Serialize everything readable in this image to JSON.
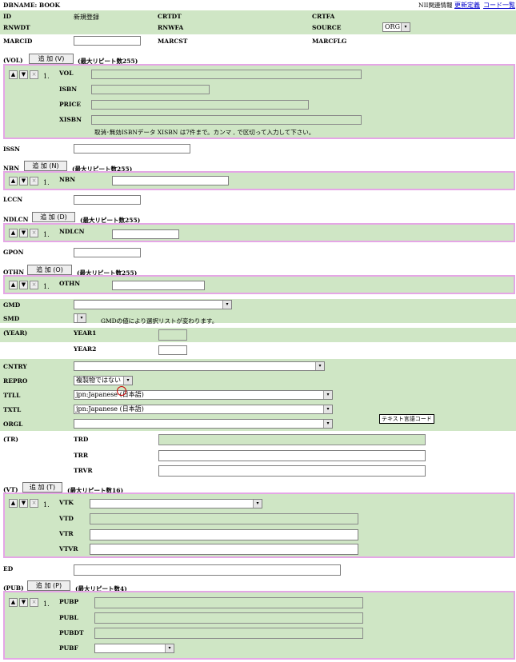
{
  "header": {
    "dbname": "DBNAME: BOOK",
    "links": [
      "NII関連情報",
      "更新定義",
      "コード一覧"
    ]
  },
  "top": {
    "id_label": "ID",
    "id_value": "新規登録",
    "crtdt_label": "CRTDT",
    "crtfa_label": "CRTFA",
    "rnwdt_label": "RNWDT",
    "rnwfa_label": "RNWFA",
    "source_label": "SOURCE",
    "source_value": "ORG",
    "marcid_label": "MARCID",
    "marcst_label": "MARCST",
    "marcflg_label": "MARCFLG"
  },
  "vol": {
    "label": "(VOL)",
    "add_button": "追 加 (V)",
    "max": "(最大リピート数255)",
    "index": "1.",
    "fields": [
      "VOL",
      "ISBN",
      "PRICE",
      "XISBN"
    ],
    "note": "取消･無効ISBNデータ XISBN は7件まで。カンマ , で区切って入力して下さい。"
  },
  "issn": {
    "label": "ISSN"
  },
  "nbn": {
    "label": "NBN",
    "add_button": "追 加 (N)",
    "max": "(最大リピート数255)",
    "index": "1.",
    "field": "NBN"
  },
  "lccn": {
    "label": "LCCN"
  },
  "ndlcn": {
    "label": "NDLCN",
    "add_button": "追 加 (D)",
    "max": "(最大リピート数255)",
    "index": "1.",
    "field": "NDLCN"
  },
  "gpon": {
    "label": "GPON"
  },
  "othn": {
    "label": "OTHN",
    "add_button": "追 加 (O)",
    "max": "(最大リピート数255)",
    "index": "1.",
    "field": "OTHN"
  },
  "gmd": {
    "label": "GMD"
  },
  "smd": {
    "label": "SMD",
    "note": "GMDの値により選択リストが変わります。"
  },
  "year": {
    "label": "(YEAR)",
    "year1": "YEAR1",
    "year2": "YEAR2"
  },
  "cntry": {
    "label": "CNTRY"
  },
  "repro": {
    "label": "REPRO",
    "value": "複製物ではない"
  },
  "ttll": {
    "label": "TTLL",
    "value": "jpn:Japanese (日本語)"
  },
  "txtl": {
    "label": "TXTL",
    "value": "jpn:Japanese (日本語)",
    "tooltip": "テキスト言語コード"
  },
  "orgl": {
    "label": "ORGL"
  },
  "tr": {
    "label": "(TR)",
    "fields": [
      "TRD",
      "TRR",
      "TRVR"
    ]
  },
  "vt": {
    "label": "(VT)",
    "add_button": "追 加 (T)",
    "max": "(最大リピート数16)",
    "index": "1.",
    "fields": [
      "VTK",
      "VTD",
      "VTR",
      "VTVR"
    ]
  },
  "ed": {
    "label": "ED"
  },
  "pub": {
    "label": "(PUB)",
    "add_button": "追 加 (P)",
    "max": "(最大リピート数4)",
    "index": "1.",
    "fields": [
      "PUBP",
      "PUBL",
      "PUBDT",
      "PUBF"
    ]
  },
  "icons": {
    "up": "▲",
    "down": "▼",
    "remove": "×",
    "dropdown": "▾"
  },
  "colors": {
    "band": "#cfe6c5",
    "border": "#e5a6e6",
    "link": "#0000cc"
  }
}
